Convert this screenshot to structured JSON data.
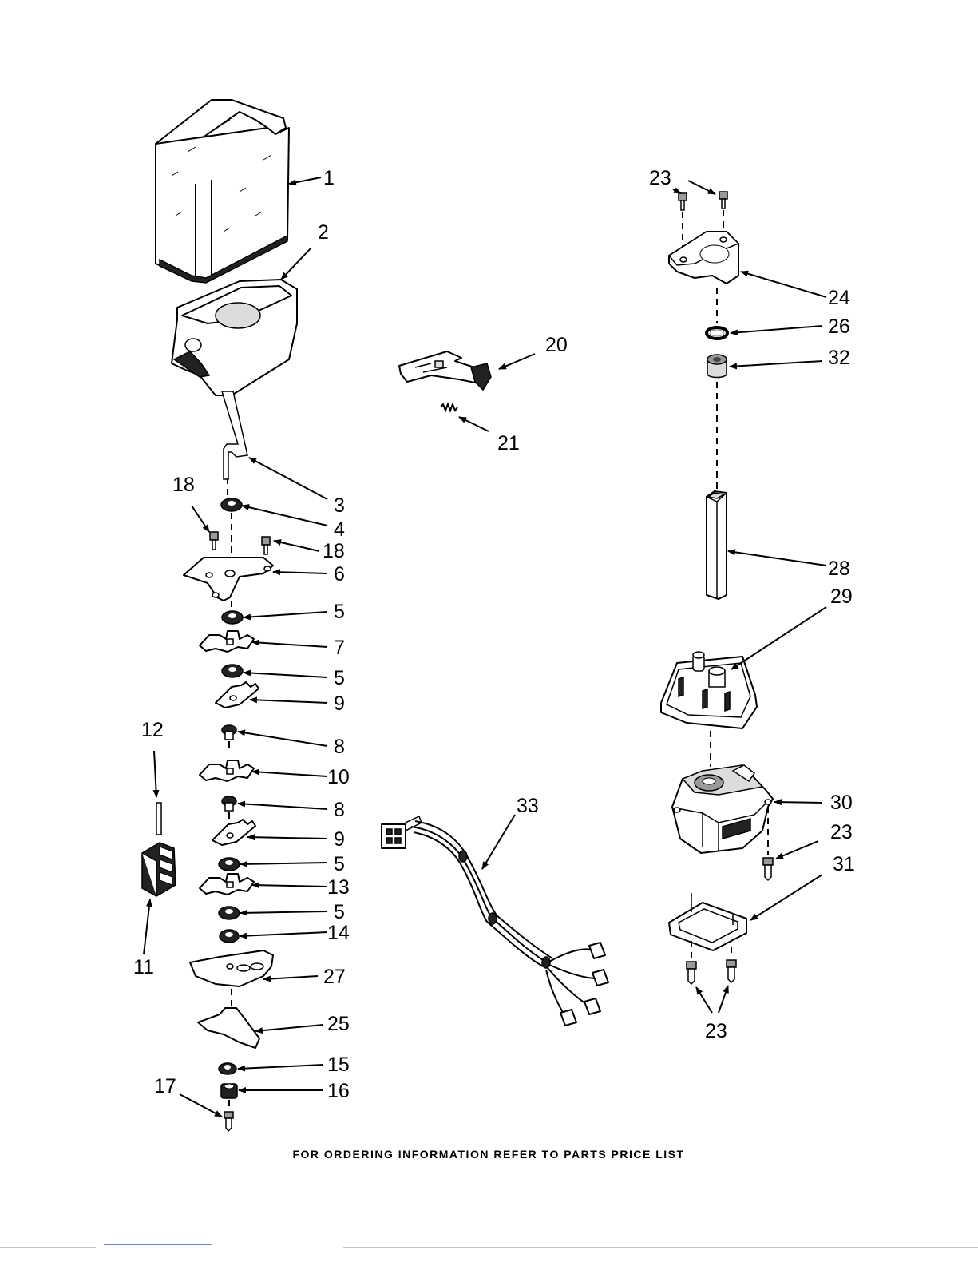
{
  "callouts": {
    "c1": "1",
    "c2": "2",
    "c3": "3",
    "c4": "4",
    "c18a": "18",
    "c18b": "18",
    "c6": "6",
    "c5a": "5",
    "c7": "7",
    "c5b": "5",
    "c9a": "9",
    "c8a": "8",
    "c10": "10",
    "c8b": "8",
    "c9b": "9",
    "c5c": "5",
    "c13": "13",
    "c5d": "5",
    "c14": "14",
    "c27": "27",
    "c25": "25",
    "c15": "15",
    "c16": "16",
    "c17": "17",
    "c12": "12",
    "c11": "11",
    "c20": "20",
    "c21": "21",
    "c33": "33",
    "c23a": "23",
    "c24": "24",
    "c26": "26",
    "c32": "32",
    "c28": "28",
    "c29": "29",
    "c30": "30",
    "c23b": "23",
    "c31": "31",
    "c23c": "23"
  },
  "footer": "FOR ORDERING INFORMATION REFER TO PARTS PRICE LIST"
}
